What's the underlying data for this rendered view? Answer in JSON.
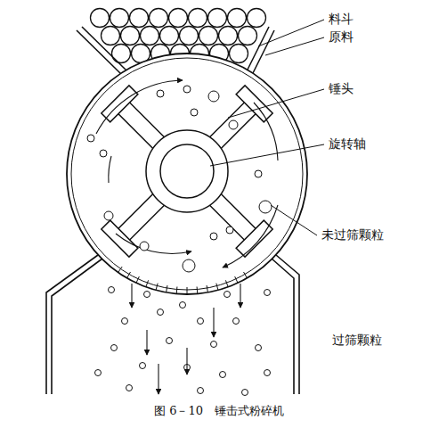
{
  "diagram": {
    "caption": "图 6－10　锤击式粉碎机",
    "labels": [
      "料斗",
      "原料",
      "锤头",
      "旋转轴",
      "未过筛颗粒",
      "过筛颗粒"
    ]
  }
}
